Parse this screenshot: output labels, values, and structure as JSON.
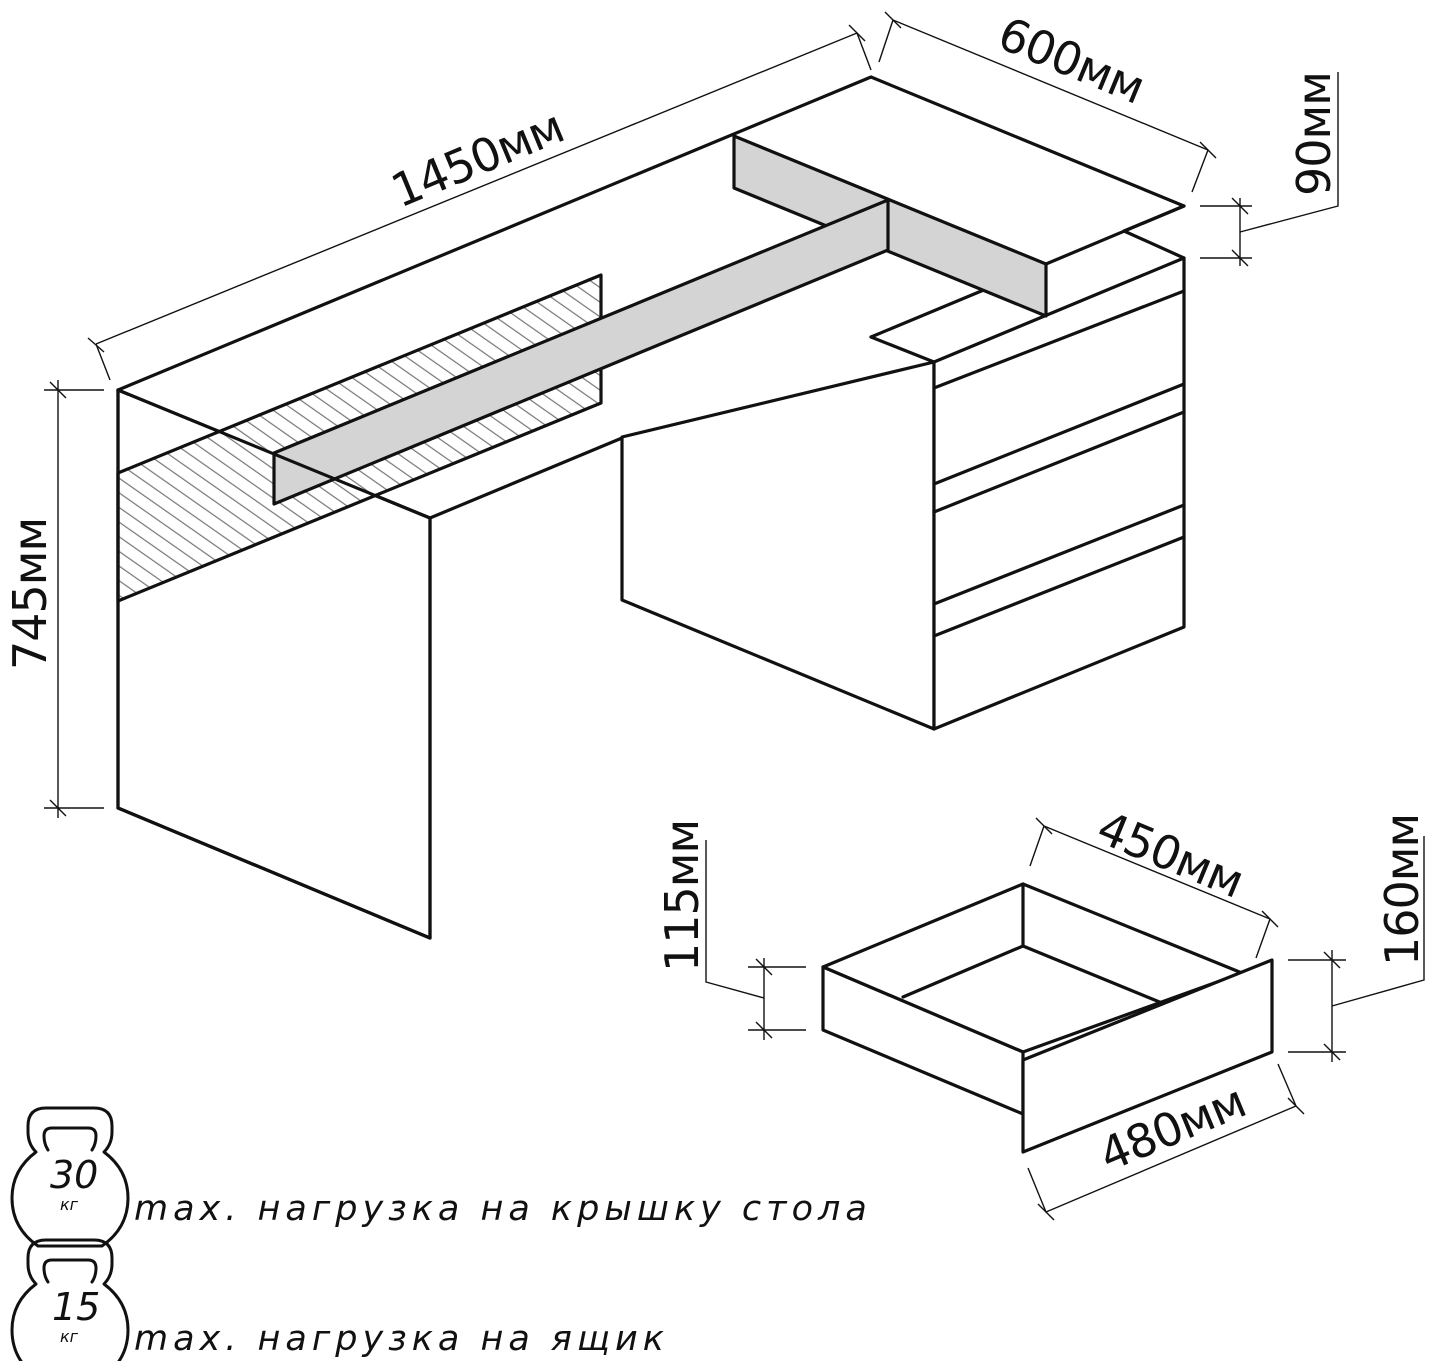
{
  "dimensions": {
    "desk_length": "1450мм",
    "desk_depth": "600мм",
    "top_thickness": "90мм",
    "desk_height": "745мм",
    "drawer_depth": "450мм",
    "drawer_width": "480мм",
    "drawer_inner_height": "115мм",
    "drawer_front_height": "160мм"
  },
  "loads": [
    {
      "weight": "30",
      "unit": "кг",
      "caption": "max. нагрузка на крышку стола"
    },
    {
      "weight": "15",
      "unit": "кг",
      "caption": "max. нагрузка на ящик"
    }
  ],
  "colors": {
    "line": "#111111",
    "beam_fill": "#d4d4d4",
    "background": "#ffffff"
  },
  "icons": [
    "kettlebell-icon",
    "kettlebell-icon"
  ]
}
